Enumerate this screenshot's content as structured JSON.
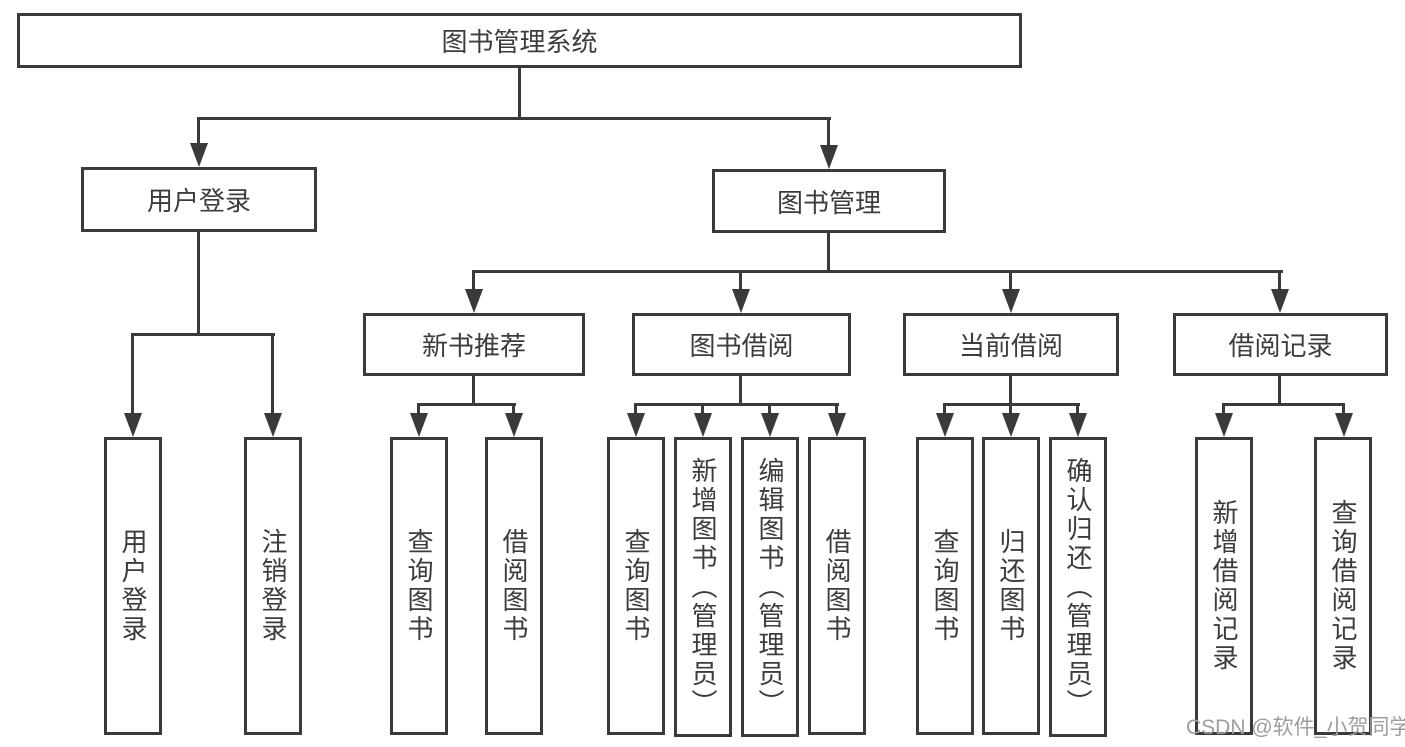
{
  "tree": {
    "label": "图书管理系统",
    "children": [
      {
        "label": "用户登录",
        "children": [
          {
            "label": "用户登录"
          },
          {
            "label": "注销登录"
          }
        ]
      },
      {
        "label": "图书管理",
        "children": [
          {
            "label": "新书推荐",
            "children": [
              {
                "label": "查询图书"
              },
              {
                "label": "借阅图书"
              }
            ]
          },
          {
            "label": "图书借阅",
            "children": [
              {
                "label": "查询图书"
              },
              {
                "label": "新增图书（管理员）"
              },
              {
                "label": "编辑图书（管理员）"
              },
              {
                "label": "借阅图书"
              }
            ]
          },
          {
            "label": "当前借阅",
            "children": [
              {
                "label": "查询图书"
              },
              {
                "label": "归还图书"
              },
              {
                "label": "确认归还（管理员）"
              }
            ]
          },
          {
            "label": "借阅记录",
            "children": [
              {
                "label": "新增借阅记录"
              },
              {
                "label": "查询借阅记录"
              }
            ]
          }
        ]
      }
    ]
  },
  "watermark": {
    "text": "CSDN @软件_小贺同学"
  },
  "colors": {
    "line": "#3a3a3a",
    "text": "#3c3c3c",
    "watermark": "#9e9e9e",
    "background": "#ffffff",
    "box_fill": "#ffffff"
  }
}
